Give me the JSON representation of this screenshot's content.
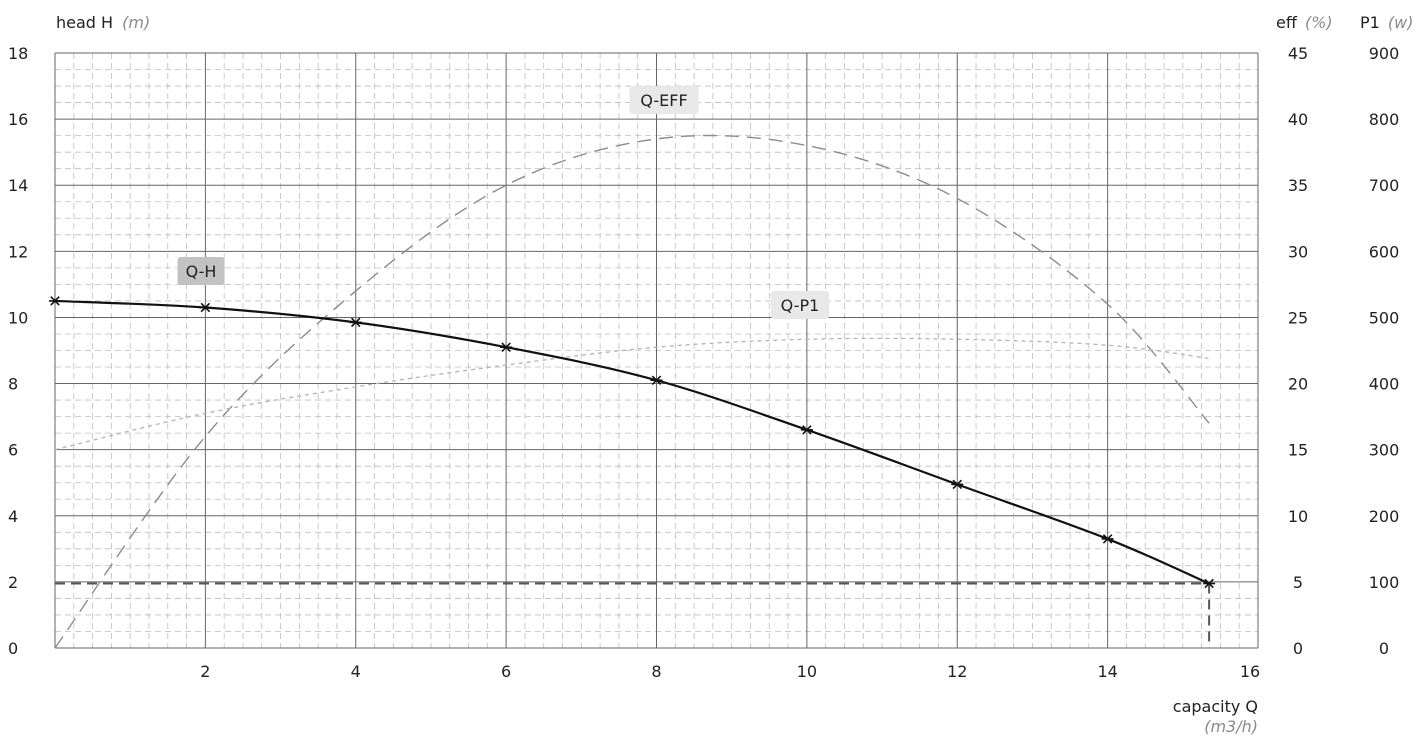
{
  "chart_data": {
    "type": "line",
    "x_axis": {
      "label": "capacity Q",
      "unit": "(m3/h)",
      "range": [
        0,
        16
      ],
      "ticks": [
        2,
        4,
        6,
        8,
        10,
        12,
        14,
        16
      ]
    },
    "y_axis_left": {
      "label": "head H",
      "unit": "(m)",
      "range": [
        0,
        18
      ],
      "ticks": [
        0,
        2,
        4,
        6,
        8,
        10,
        12,
        14,
        16,
        18
      ]
    },
    "y_axis_eff": {
      "label": "eff",
      "unit": "(%)",
      "range": [
        0,
        45
      ],
      "ticks": [
        0,
        5,
        10,
        15,
        20,
        25,
        30,
        35,
        40,
        45
      ]
    },
    "y_axis_p1": {
      "label": "P1",
      "unit": "(w)",
      "range": [
        0,
        900
      ],
      "ticks": [
        0,
        100,
        200,
        300,
        400,
        500,
        600,
        700,
        800,
        900
      ]
    },
    "grid": true,
    "series": [
      {
        "name": "Q-H",
        "axis": "left",
        "style": "solid",
        "markers": true,
        "x": [
          0,
          2,
          4,
          6,
          8,
          10,
          12,
          14,
          15.35
        ],
        "y": [
          10.5,
          10.3,
          9.85,
          9.1,
          8.1,
          6.6,
          4.95,
          3.3,
          1.95
        ]
      },
      {
        "name": "Q-EFF",
        "axis": "eff",
        "style": "dashed",
        "markers": false,
        "x": [
          0,
          2,
          4,
          6,
          8,
          10,
          12,
          14,
          15.35
        ],
        "y": [
          0,
          16,
          27,
          35,
          38.5,
          38,
          34,
          26,
          17
        ]
      },
      {
        "name": "Q-P1",
        "axis": "p1",
        "style": "dotted",
        "markers": false,
        "x": [
          0,
          2,
          4,
          6,
          8,
          10,
          12,
          14,
          15.35
        ],
        "y": [
          300,
          355,
          395,
          428,
          455,
          467,
          467,
          458,
          438
        ]
      }
    ],
    "operating_point": {
      "x": 15.35,
      "y": 1.95
    }
  }
}
